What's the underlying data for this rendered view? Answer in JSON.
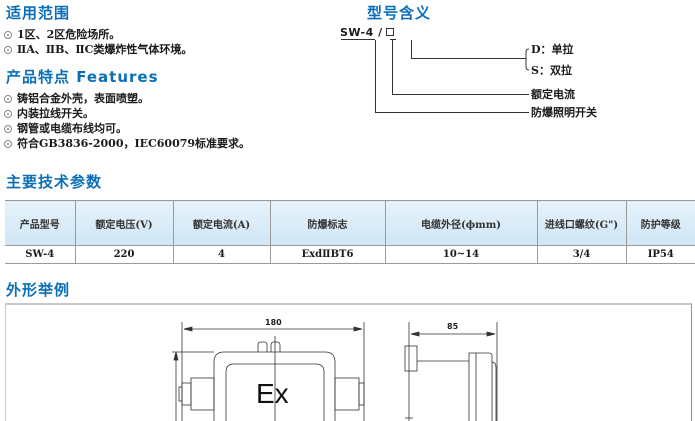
{
  "scope": {
    "title": "适用范围",
    "items": [
      "1区、2区危险场所。",
      "ⅡA、ⅡB、ⅡC类爆炸性气体环境。"
    ]
  },
  "features": {
    "title": "产品特点 Features",
    "items": [
      "铸铝合金外壳，表面喷塑。",
      "内装拉线开关。",
      "钢管或电缆布线均可。",
      "符合GB3836-2000，IEC60079标准要求。"
    ]
  },
  "model_meaning": {
    "title": "型号含义",
    "code": "SW-4 /",
    "labels": {
      "d": "D：单拉",
      "s": "S：双拉",
      "current": "额定电流",
      "switch": "防爆照明开关"
    }
  },
  "specs": {
    "title": "主要技术参数",
    "headers": [
      "产品型号",
      "额定电压(V)",
      "额定电流(A)",
      "防爆标志",
      "电缆外径(ϕmm)",
      "进线口螺纹(G\")",
      "防护等级"
    ],
    "rows": [
      [
        "SW-4",
        "220",
        "4",
        "ExdⅡBT6",
        "10~14",
        "3/4",
        "IP54"
      ]
    ]
  },
  "outline": {
    "title": "外形举例",
    "front_width": "180",
    "side_depth": "85",
    "mark": "Ex"
  },
  "colors": {
    "heading": "#0a6fb8",
    "table_header_bg": "#cfe6f6"
  }
}
